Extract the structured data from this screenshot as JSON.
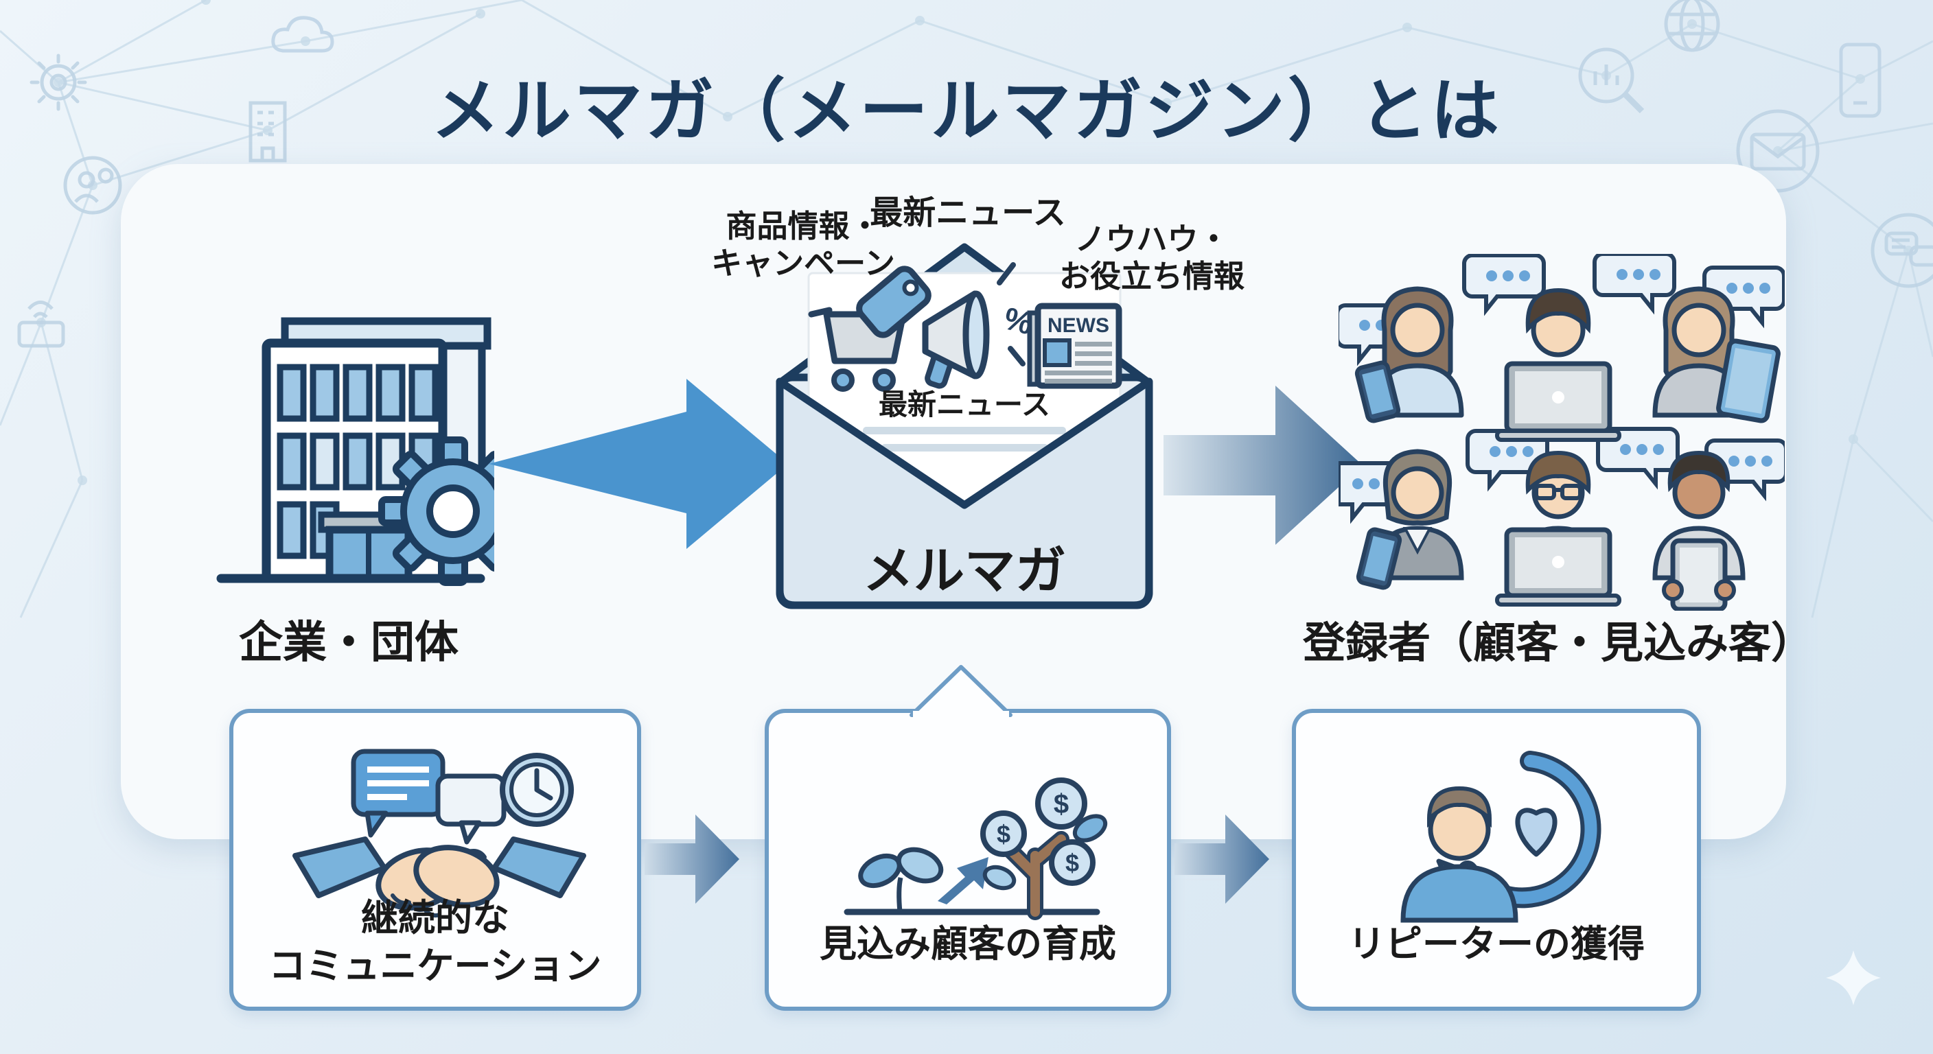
{
  "title": "メルマガ（メールマガジン）とは",
  "flow": {
    "source": {
      "label": "企業・団体"
    },
    "newsletter": {
      "envelope_label": "メルマガ",
      "letter_heading": "最新ニュース",
      "newspaper_masthead": "NEWS",
      "content_types": [
        {
          "label": "商品情報・\nキャンペーン"
        },
        {
          "label": "最新ニュース"
        },
        {
          "label": "ノウハウ・\nお役立ち情報"
        }
      ]
    },
    "audience": {
      "label": "登録者（顧客・見込み客）"
    }
  },
  "benefits": [
    {
      "label": "継続的な\nコミュニケーション"
    },
    {
      "label": "見込み顧客の育成",
      "coin_symbol": "$"
    },
    {
      "label": "リピーターの獲得"
    }
  ],
  "colors": {
    "page_bg": "#e4eef6",
    "panel_bg": "#f7fafc",
    "title_navy": "#1b3a5c",
    "text_black": "#1a1a1a",
    "outline_navy": "#27415f",
    "envelope_navy": "#1d3d5f",
    "arrow_blue": "#4a94ce",
    "steel_dark": "#3e6a95",
    "box_border": "#6e9dc6",
    "blue_mid": "#7ab3dc",
    "blue_soft": "#a9cfe9",
    "blue_pale": "#cfe3f2",
    "envelope_fill": "#dbe7f1",
    "skin": "#f6d9ba",
    "trunk_brown": "#9a7456",
    "deco_line": "#c7dbe9"
  }
}
